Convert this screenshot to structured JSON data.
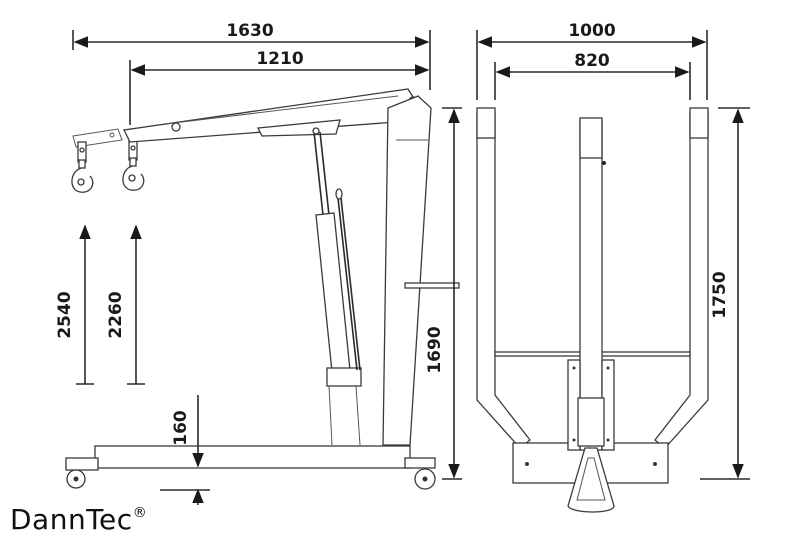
{
  "brand": {
    "name": "DannTec",
    "registered": "®"
  },
  "dimensions": {
    "overall_length": "1630",
    "boom_length": "1210",
    "max_height_extended": "2540",
    "max_height_retracted": "2260",
    "leg_height": "160",
    "mast_height": "1690",
    "overall_width": "1000",
    "inner_width": "820",
    "frame_length": "1750"
  },
  "colors": {
    "line": "#2b2b2b",
    "background": "#ffffff",
    "text": "#1a1a1a"
  }
}
